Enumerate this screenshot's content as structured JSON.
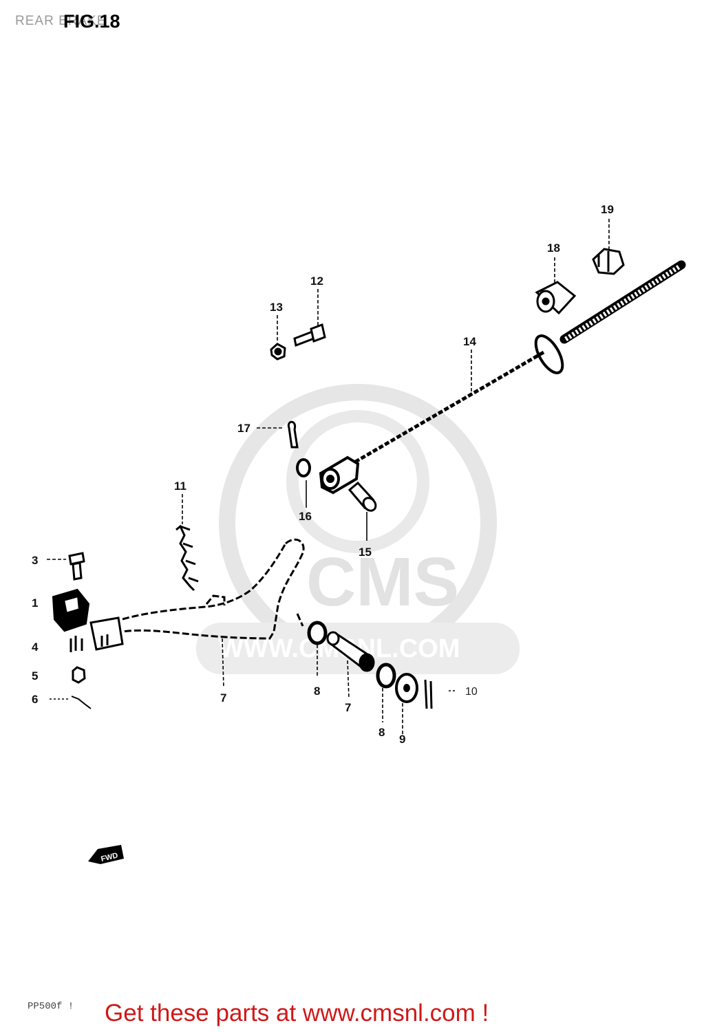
{
  "header": {
    "section_label": "REAR BRAKE",
    "figure_label": "FIG.18"
  },
  "watermark": {
    "brand": "CMS",
    "url": "WWW.CMSNL.COM"
  },
  "callouts": [
    "1",
    "3",
    "4",
    "5",
    "6",
    "7",
    "7",
    "8",
    "8",
    "9",
    "10",
    "11",
    "12",
    "13",
    "14",
    "15",
    "16",
    "17",
    "18",
    "19"
  ],
  "direction_badge": "FWD",
  "footer": {
    "page_code": "PP500f !",
    "link_text": "Get these parts at www.cmsnl.com !"
  },
  "colors": {
    "line": "#000000",
    "link": "#d01818",
    "watermark": "#e2e2e2"
  }
}
